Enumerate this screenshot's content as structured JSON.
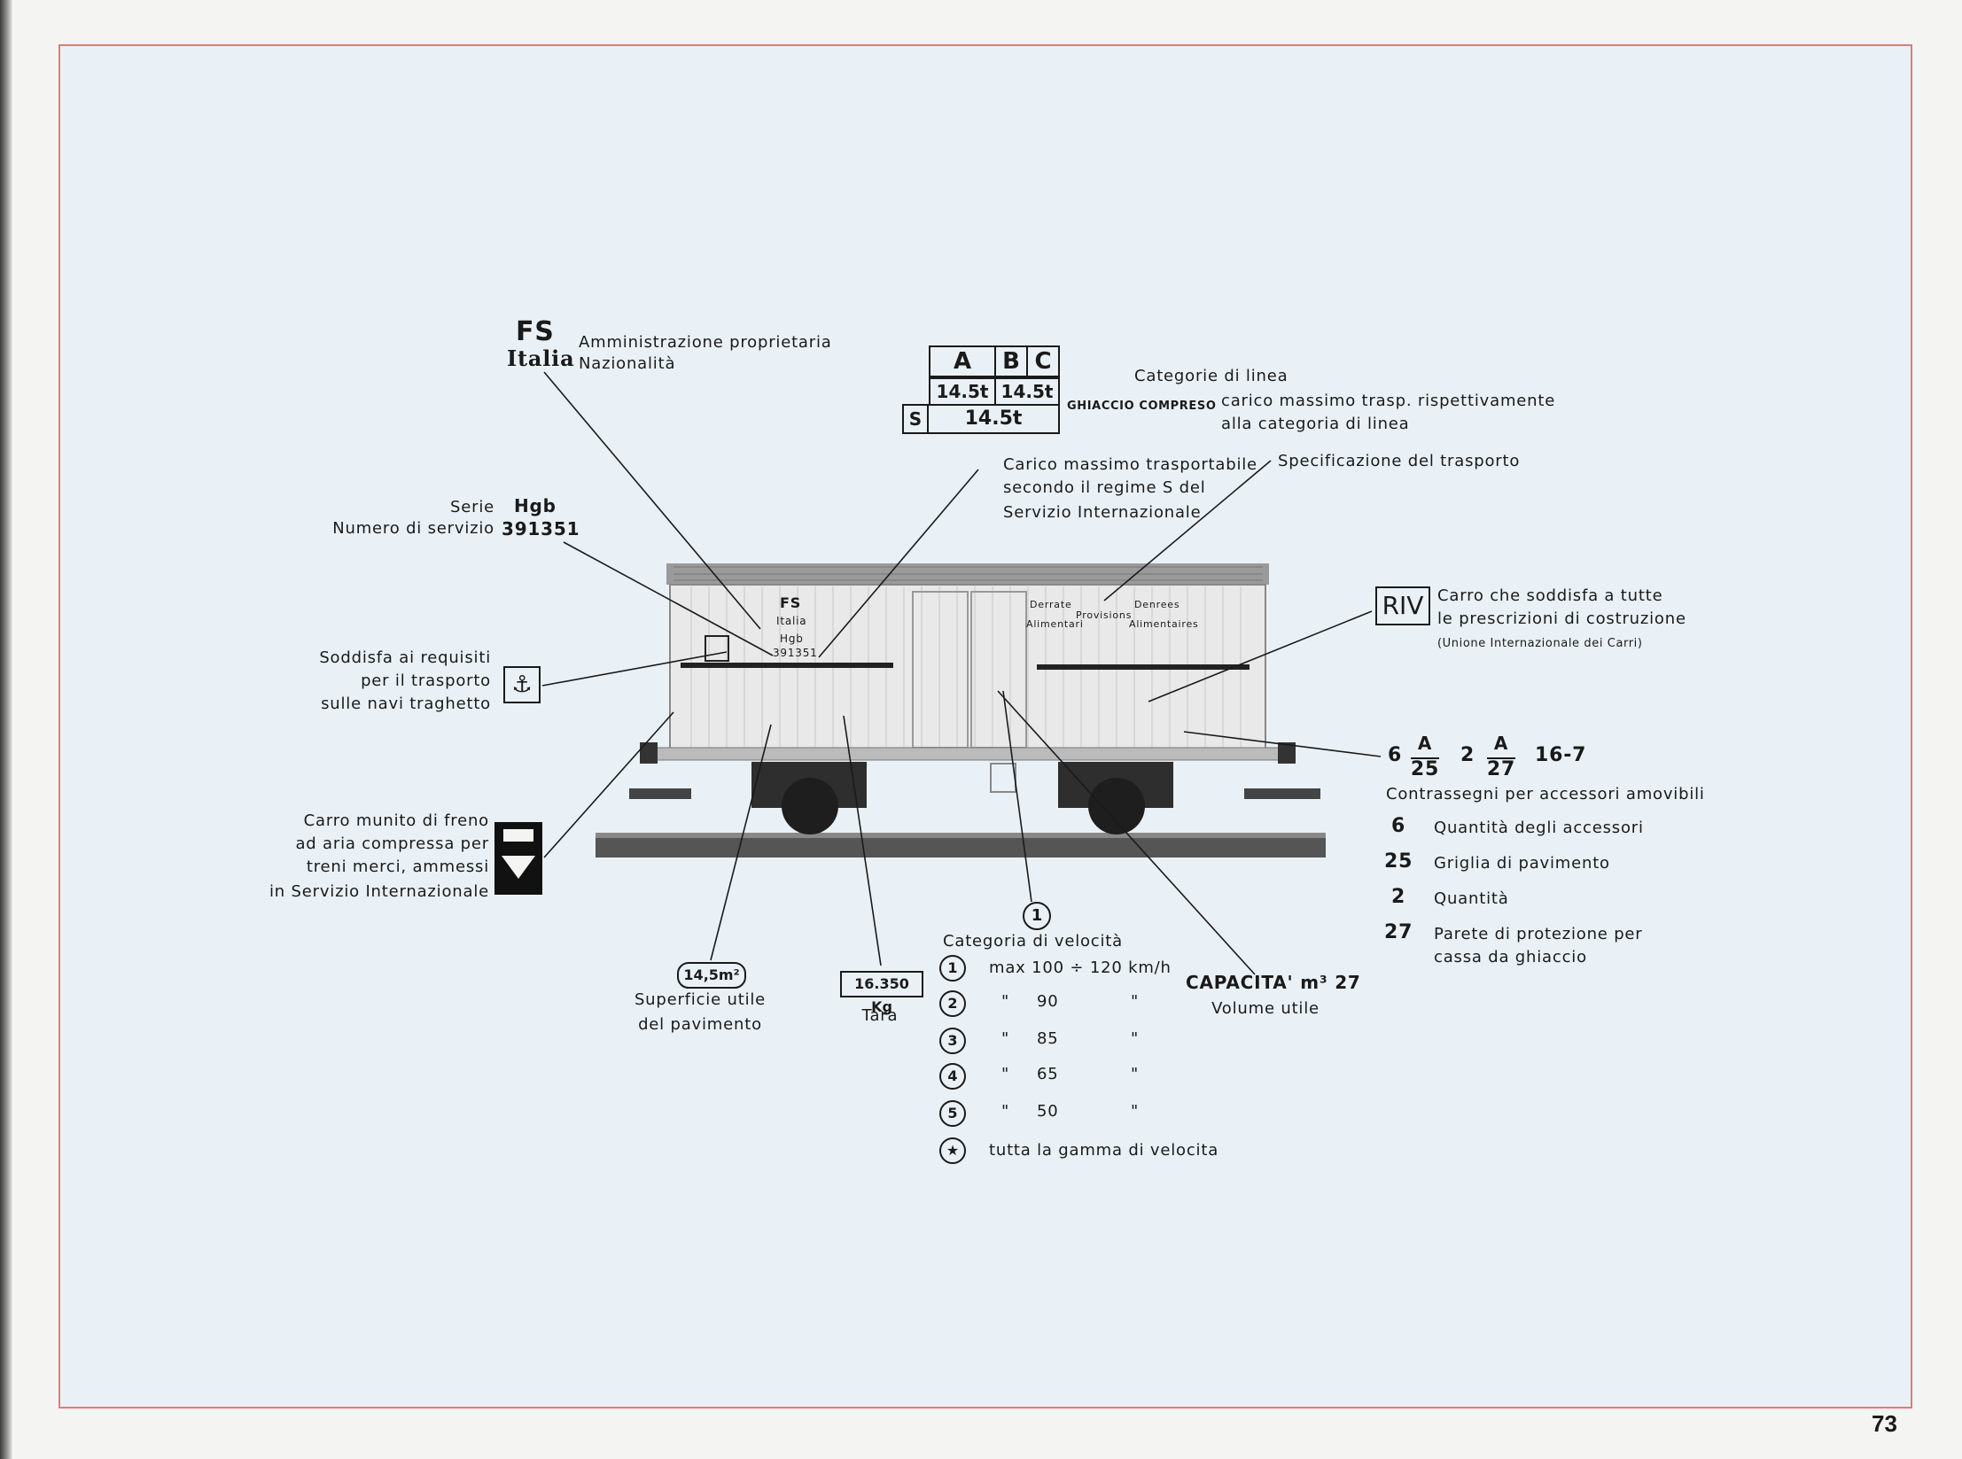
{
  "page_number": "73",
  "owner": {
    "code": "FS",
    "nation": "Italia",
    "label_admin": "Amministrazione proprietaria",
    "label_nation": "Nazionalità"
  },
  "load_table": {
    "h1": "A",
    "h2": "B",
    "h3": "C",
    "r1c1": "14.5t",
    "r1c2": "14.5t",
    "s_label": "S",
    "s_value": "14.5t",
    "ice": "GHIACCIO COMPRESO"
  },
  "line_cat": {
    "l1": "Categorie di linea",
    "l2": "carico massimo trasp. rispettivamente",
    "l3": "alla categoria di linea"
  },
  "max_load_s": {
    "l1": "Carico massimo trasportabile",
    "l2": "secondo il regime S del",
    "l3": "Servizio Internazionale"
  },
  "transport_spec": "Specificazione del trasporto",
  "series": {
    "l1": "Serie",
    "l2": "Numero di servizio",
    "code": "Hgb",
    "number": "391351"
  },
  "ferry": {
    "l1": "Soddisfa ai requisiti",
    "l2": "per il trasporto",
    "l3": "sulle navi traghetto",
    "symbol": "⚓"
  },
  "brake": {
    "l1": "Carro munito di freno",
    "l2": "ad aria compressa per",
    "l3": "treni merci, ammessi",
    "l4": "in Servizio Internazionale"
  },
  "riv": {
    "badge": "RIV",
    "l1": "Carro che soddisfa a tutte",
    "l2": "le prescrizioni di costruzione",
    "l3": "(Unione Internazionale dei Carri)"
  },
  "accessories": {
    "q1": "6",
    "n1": "A",
    "d1": "25",
    "q2": "2",
    "n2": "A",
    "d2": "27",
    "extra": "16-7",
    "title": "Contrassegni per accessori amovibili",
    "legend": [
      {
        "key": "6",
        "desc": "Quantità degli accessori"
      },
      {
        "key": "25",
        "desc": "Griglia di pavimento"
      },
      {
        "key": "2",
        "desc": "Quantità"
      },
      {
        "key": "27",
        "desc": "Parete di protezione per",
        "desc2": "cassa da ghiaccio"
      }
    ]
  },
  "floor": {
    "badge": "14,5m²",
    "l1": "Superficie utile",
    "l2": "del pavimento"
  },
  "tare": {
    "badge": "16.350 Kg",
    "label": "Tara"
  },
  "speed": {
    "marker": "1",
    "title": "Categoria di velocità",
    "rows": [
      {
        "sym": "1",
        "dit": "",
        "val": "max 100 ÷ 120 km/h",
        "dit2": ""
      },
      {
        "sym": "2",
        "dit": "\"",
        "val": "90",
        "dit2": "\""
      },
      {
        "sym": "3",
        "dit": "\"",
        "val": "85",
        "dit2": "\""
      },
      {
        "sym": "4",
        "dit": "\"",
        "val": "65",
        "dit2": "\""
      },
      {
        "sym": "5",
        "dit": "\"",
        "val": "50",
        "dit2": "\""
      },
      {
        "sym": "★",
        "dit": "",
        "val": "tutta la gamma di velocita",
        "dit2": ""
      }
    ]
  },
  "capacity": {
    "label": "CAPACITA' m³ 27",
    "sub": "Volume utile"
  },
  "wagon_text": {
    "fs": "FS",
    "italia": "Italia",
    "hgb": "Hgb",
    "num": "391351",
    "derrate1": "Derrate",
    "derrate2": "Alimentari",
    "prov": "Provisions",
    "denrees1": "Denrees",
    "denrees2": "Alimentaires"
  }
}
